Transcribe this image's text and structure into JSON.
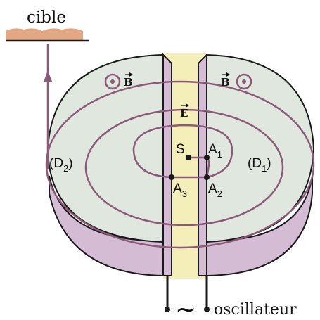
{
  "labels": {
    "target": "cible",
    "oscillator": "oscillateur",
    "tilde": "~",
    "dee_left": "(D",
    "dee_left_sub": "2",
    "dee_right": "(D",
    "dee_right_sub": "1",
    "paren_close": ")",
    "source": "S",
    "a1": "A",
    "a1_sub": "1",
    "a2": "A",
    "a2_sub": "2",
    "a3": "A",
    "a3_sub": "3",
    "field_e": "E",
    "field_b_left": "B",
    "field_b_right": "B"
  },
  "colors": {
    "dee_face": "#dfe7df",
    "dee_side": "#d4bcd4",
    "gap": "#f4efb8",
    "trajectory": "#8a5a78",
    "target": "#e2a884",
    "outline": "#1a1a1a"
  }
}
